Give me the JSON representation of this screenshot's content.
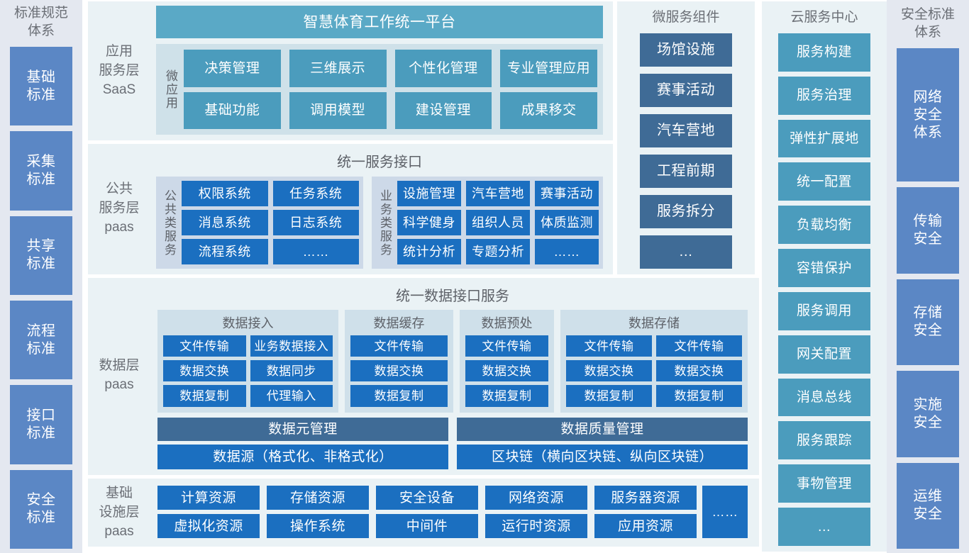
{
  "standards_column": {
    "title": "标准规范\n体系",
    "items": [
      {
        "label": "基础\n标准"
      },
      {
        "label": "采集\n标准"
      },
      {
        "label": "共享\n标准"
      },
      {
        "label": "流程\n标准"
      },
      {
        "label": "接口\n标准"
      },
      {
        "label": "安全\n标准"
      }
    ]
  },
  "application_layer": {
    "label": "应用\n服务层\nSaaS",
    "banner": "智慧体育工作统一平台",
    "group_label": "微应用",
    "tiles": [
      "决策管理",
      "三维展示",
      "个性化管理",
      "专业管理应用",
      "基础功能",
      "调用模型",
      "建设管理",
      "成果移交"
    ]
  },
  "service_layer": {
    "label": "公共\n服务层\npaas",
    "banner": "统一服务接口",
    "groups": [
      {
        "label": "公共类服务",
        "tiles": [
          "权限系统",
          "任务系统",
          "消息系统",
          "日志系统",
          "流程系统",
          "……"
        ]
      },
      {
        "label": "业务类服务",
        "tiles": [
          "设施管理",
          "汽车营地",
          "赛事活动",
          "科学健身",
          "组织人员",
          "体质监测",
          "统计分析",
          "专题分析",
          "……"
        ]
      }
    ]
  },
  "data_layer": {
    "label": "数据层\npaas",
    "banner": "统一数据接口服务",
    "groups": [
      {
        "title": "数据接入",
        "columns": 2,
        "tiles": [
          "文件传输",
          "业务数据接入",
          "数据交换",
          "数据同步",
          "数据复制",
          "代理输入"
        ]
      },
      {
        "title": "数据缓存",
        "columns": 1,
        "tiles": [
          "文件传输",
          "数据交换",
          "数据复制"
        ]
      },
      {
        "title": "数据预处",
        "columns": 1,
        "tiles": [
          "文件传输",
          "数据交换",
          "数据复制"
        ]
      },
      {
        "title": "数据存储",
        "columns": 2,
        "tiles": [
          "文件传输",
          "文件传输",
          "数据交换",
          "数据交换",
          "数据复制",
          "数据复制"
        ]
      }
    ],
    "management": [
      "数据元管理",
      "数据质量管理"
    ],
    "sources": [
      "数据源（格式化、非格式化）",
      "区块链（横向区块链、纵向区块链）"
    ]
  },
  "infrastructure_layer": {
    "label": "基础\n设施层\npaas",
    "tiles": [
      "计算资源",
      "存储资源",
      "安全设备",
      "网络资源",
      "服务器资源",
      "虚拟化资源",
      "操作系统",
      "中间件",
      "运行时资源",
      "应用资源"
    ],
    "ellipsis": "……"
  },
  "microservice_column": {
    "title": "微服务组件",
    "items": [
      "场馆设施",
      "赛事活动",
      "汽车营地",
      "工程前期",
      "服务拆分",
      "…"
    ]
  },
  "cloud_column": {
    "title": "云服务中心",
    "items": [
      "服务构建",
      "服务治理",
      "弹性扩展地",
      "统一配置",
      "负载均衡",
      "容错保护",
      "服务调用",
      "网关配置",
      "消息总线",
      "服务跟踪",
      "事物管理",
      "…"
    ]
  },
  "security_column": {
    "title": "安全标准\n体系",
    "items": [
      {
        "label": "网络\n安全\n体系"
      },
      {
        "label": "传输\n安全"
      },
      {
        "label": "存储\n安全"
      },
      {
        "label": "实施\n安全"
      },
      {
        "label": "运维\n安全"
      }
    ]
  },
  "colors": {
    "steel_blue": "#5b87c5",
    "teal": "#4b9cbd",
    "bright_blue": "#1b6fc0",
    "slate_blue": "#3f6b96",
    "panel_bg": "#eaf2f5",
    "lavender_bg": "#e4e8f0",
    "group_bg": "#cfe1e9",
    "title_text": "#6b6f76"
  }
}
